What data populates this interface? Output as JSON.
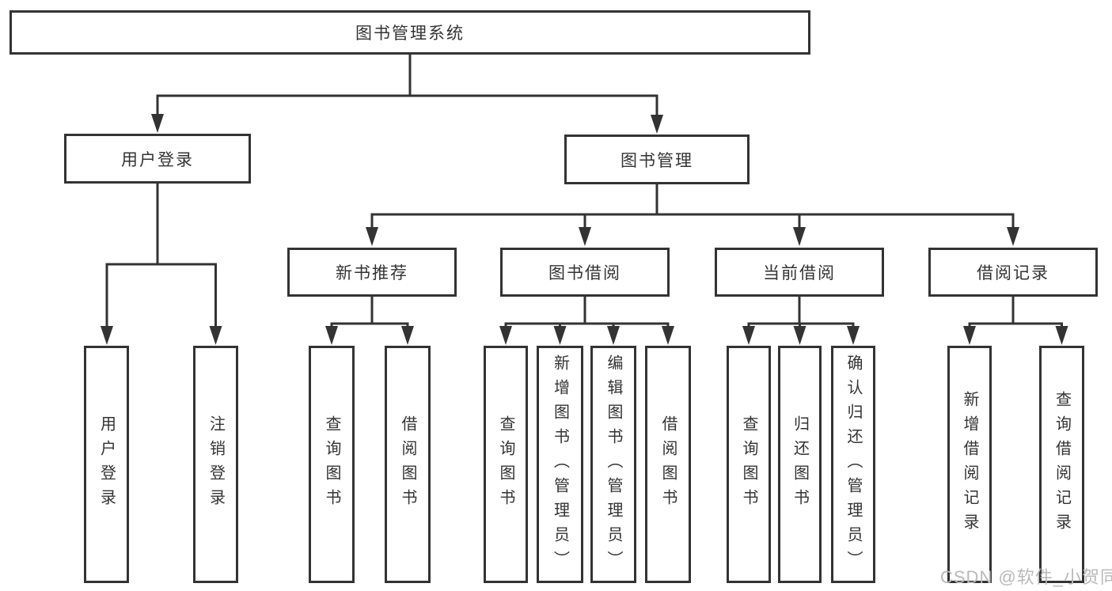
{
  "diagram_type": "hierarchy-tree",
  "colors": {
    "line": "#333333",
    "box_border": "#333333",
    "box_background": "#ffffff",
    "text": "#333333",
    "watermark": "#b9b9b9",
    "background": "#ffffff"
  },
  "tree": {
    "root": {
      "label": "图书管理系统",
      "children": [
        {
          "label": "用户登录",
          "children": [
            {
              "label": "用户登录"
            },
            {
              "label": "注销登录"
            }
          ]
        },
        {
          "label": "图书管理",
          "children": [
            {
              "label": "新书推荐",
              "children": [
                {
                  "label": "查询图书"
                },
                {
                  "label": "借阅图书"
                }
              ]
            },
            {
              "label": "图书借阅",
              "children": [
                {
                  "label": "查询图书"
                },
                {
                  "label": "新增图书（管理员）"
                },
                {
                  "label": "编辑图书（管理员）"
                },
                {
                  "label": "借阅图书"
                }
              ]
            },
            {
              "label": "当前借阅",
              "children": [
                {
                  "label": "查询图书"
                },
                {
                  "label": "归还图书"
                },
                {
                  "label": "确认归还（管理员）"
                }
              ]
            },
            {
              "label": "借阅记录",
              "children": [
                {
                  "label": "新增借阅记录"
                },
                {
                  "label": "查询借阅记录"
                }
              ]
            }
          ]
        }
      ]
    }
  },
  "watermark": {
    "text": "CSDN @软件_小贺同学"
  }
}
